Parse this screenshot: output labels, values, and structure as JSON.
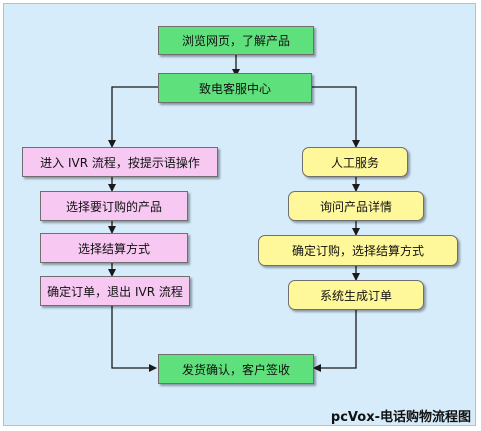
{
  "nodes": {
    "browse": "浏览网页，了解产品",
    "call_center": "致电客服中心",
    "ivr_enter": "进入 IVR 流程，按提示语操作",
    "ivr_select": "选择要订购的产品",
    "ivr_payment": "选择结算方式",
    "ivr_confirm": "确定订单，退出 IVR 流程",
    "human_service": "人工服务",
    "human_inquire": "询问产品详情",
    "human_confirm": "确定订购，选择结算方式",
    "human_generate": "系统生成订单",
    "ship_confirm": "发货确认，客户签收"
  },
  "caption": "pcVox-电话购物流程图",
  "colors": {
    "background": "#d6ecfb",
    "green": "#5ee07c",
    "pink": "#f6c8f2",
    "yellow": "#fff89a",
    "arrow": "#1a1a1a"
  }
}
